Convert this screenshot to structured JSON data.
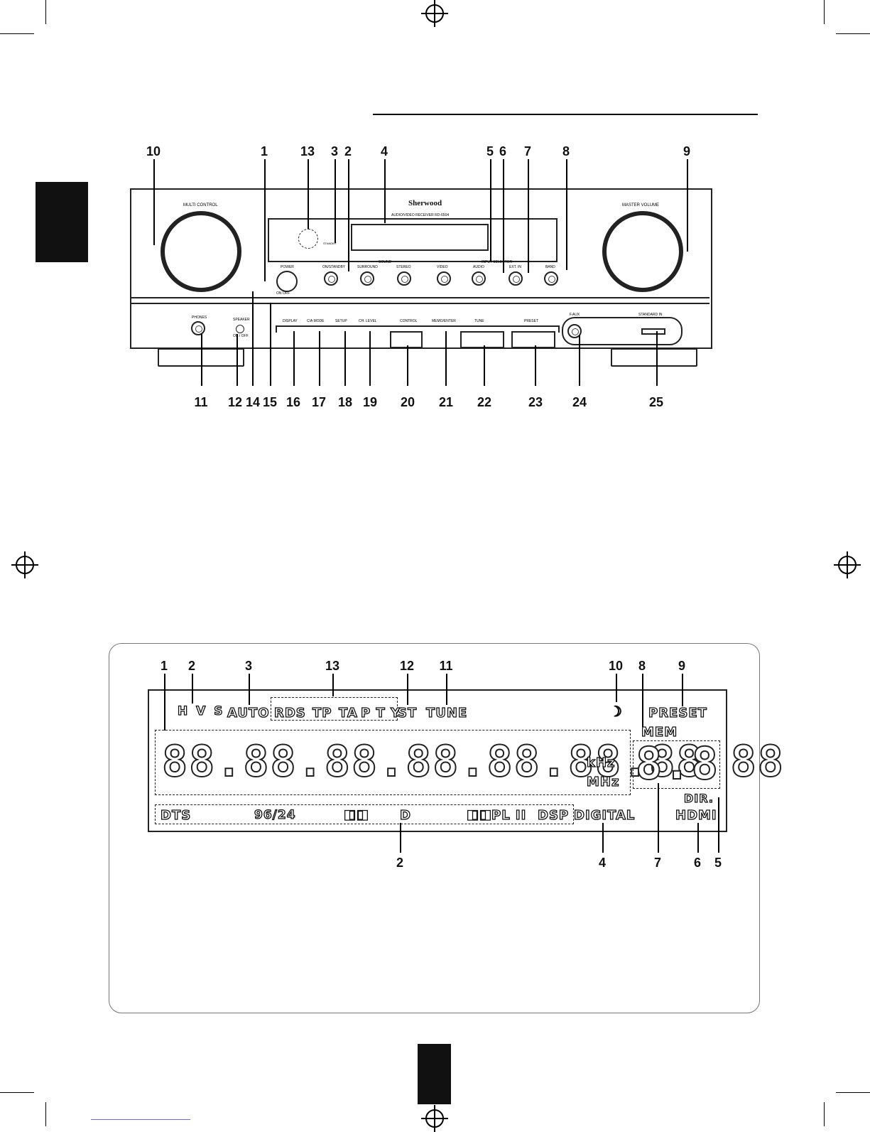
{
  "front_panel": {
    "brand": "Sherwood",
    "model": "AUDIO/VIDEO RECEIVER RD-6504",
    "multi_control": "MULTI CONTROL",
    "master_volume": "MASTER VOLUME",
    "standby": "STANDBY",
    "power": "POWER",
    "on_off": "ON  OFF",
    "on_standby": "ON/STANDBY",
    "sound": "SOUND",
    "surround": "SURROUND",
    "stereo": "STEREO",
    "input_selector": "INPUT SELECTOR",
    "video": "VIDEO",
    "audio": "AUDIO",
    "ext_in": "EXT. IN",
    "band": "BAND",
    "phones": "PHONES",
    "speaker": "SPEAKER",
    "speaker_onoff": "ON / OFF",
    "display": "DISPLAY",
    "c_a_mode": "C/A MODE",
    "setup": "SETUP",
    "ch_level": "CH. LEVEL",
    "control": "CONTROL",
    "memo_enter": "MEMO/ENTER",
    "tune": "TUNE",
    "preset": "PRESET",
    "f_aux": "F.AUX",
    "standard_in": "STANDARD IN",
    "callouts_top": [
      "10",
      "1",
      "13",
      "3",
      "2",
      "4",
      "5",
      "6",
      "7",
      "8",
      "9"
    ],
    "callouts_bottom": [
      "11",
      "12",
      "14",
      "15",
      "16",
      "17",
      "18",
      "19",
      "20",
      "21",
      "22",
      "23",
      "24",
      "25"
    ]
  },
  "display_panel": {
    "callouts_top": [
      "1",
      "2",
      "3",
      "13",
      "12",
      "11",
      "10",
      "8",
      "9"
    ],
    "callouts_bottom": [
      "2",
      "4",
      "7",
      "6",
      "5"
    ],
    "row1": {
      "hvs": "H V S",
      "auto": "AUTO",
      "rds": "RDS",
      "tp": "TP",
      "ta": "TA",
      "pty": "P T Y",
      "st": "ST",
      "tune": "TUNE",
      "preset": "PRESET"
    },
    "mem": "MEM",
    "digits": "88.88.88.88.88.88.88 88",
    "khz": "kHz",
    "mhz": "MHz",
    "preset_digits": "8.8",
    "dir": "DIR.",
    "row3": {
      "dts": "DTS",
      "hires": "96/24",
      "dd": "D",
      "pl": "PL II",
      "dsp": "DSP",
      "digital": "DIGITAL",
      "hdmi": "HDMI"
    }
  }
}
